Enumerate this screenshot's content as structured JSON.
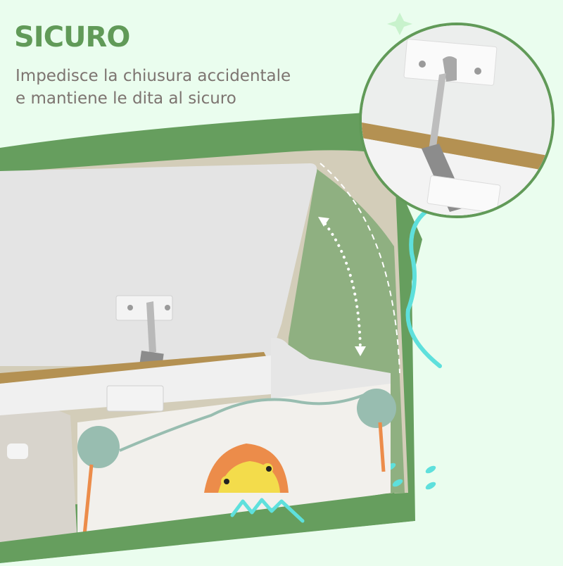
{
  "header": {
    "title": "SICURO",
    "subtitle_line1": "Impedisce la chiusura accidentale",
    "subtitle_line2": "e mantiene le dita al sicuro"
  },
  "colors": {
    "background": "#eafdee",
    "title_green": "#619a58",
    "subtitle_gray": "#7d7470",
    "frame_green": "#669e5e",
    "sage_panel": "#8fb081",
    "beige_panel": "#d3cdb9",
    "turquoise_accent": "#5ee0dc",
    "lid_white": "#e4e4e4",
    "wood_edge": "#b49152",
    "lion_orange": "#ec8c4a",
    "lion_yellow": "#f3dc4b"
  },
  "illustration": {
    "main": "toy-chest-open-lid-with-safety-hinge",
    "inset": "safety-hinge-closeup",
    "motion_indicator": "double-arrow-dotted-arc"
  }
}
